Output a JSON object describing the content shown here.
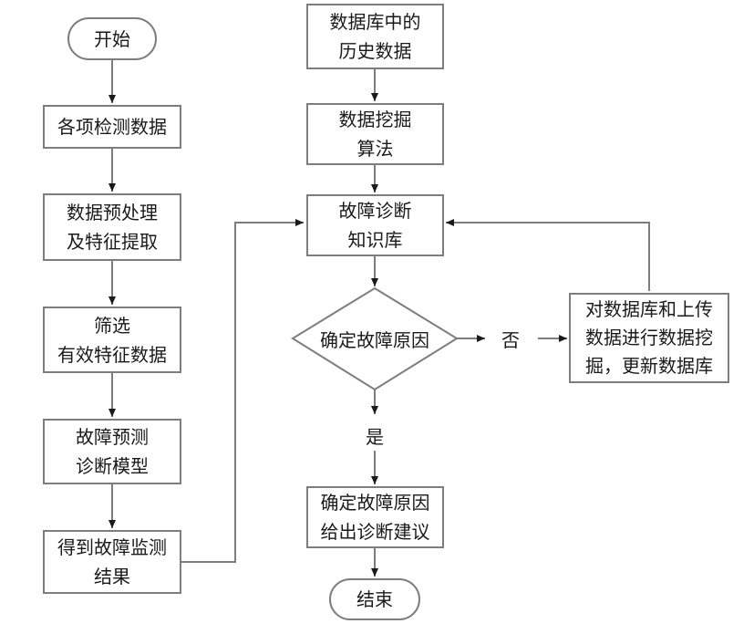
{
  "nodes": {
    "start": "开始",
    "collect": "各项检测数据",
    "preprocess": "数据预处理\n及特征提取",
    "select": "筛选\n有效特征数据",
    "model": "故障预测\n诊断模型",
    "monitor": "得到故障监测\n结果",
    "history": "数据库中的\n历史数据",
    "mining": "数据挖掘\n算法",
    "kb": "故障诊断\n知识库",
    "decision": "确定故障原因",
    "update": "对数据库和上传\n数据进行数据挖\n掘，更新数据库",
    "advice": "确定故障原因\n给出诊断建议",
    "end": "结束"
  },
  "labels": {
    "no": "否",
    "yes": "是"
  }
}
